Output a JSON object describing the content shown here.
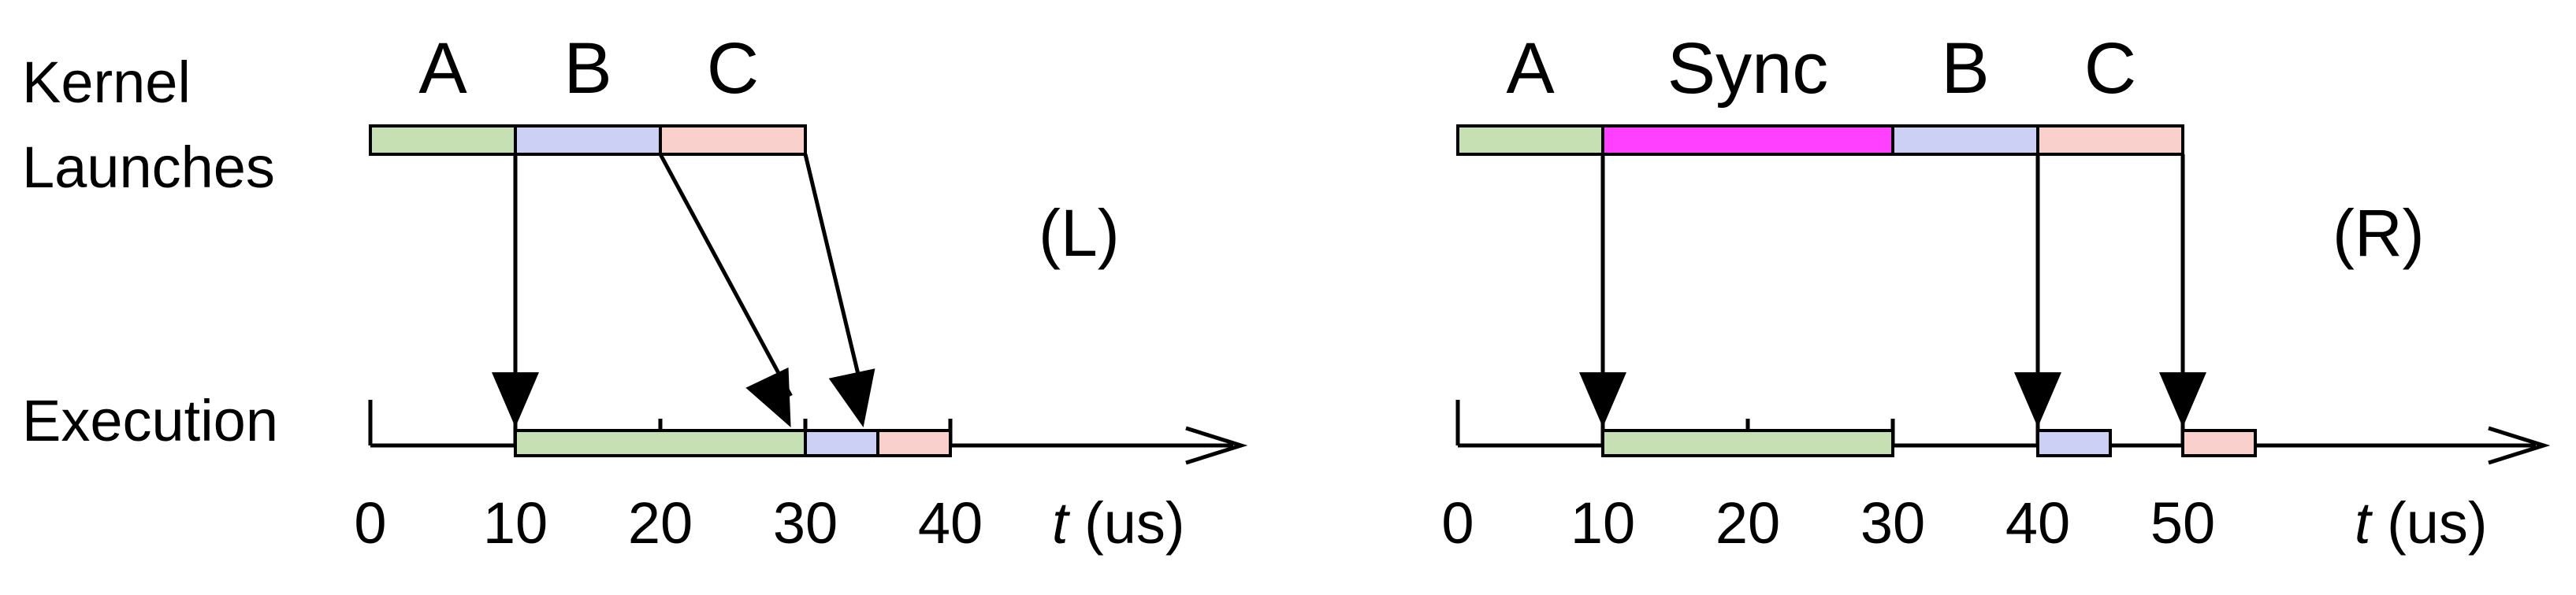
{
  "row_labels": {
    "kernel_line1": "Kernel",
    "kernel_line2": "Launches",
    "execution": "Execution"
  },
  "axis_label_t": "t",
  "axis_label_unit": " (us)",
  "colors": {
    "A": "#c6e0b4",
    "B": "#cdd0f5",
    "C": "#fad0cc",
    "Sync": "#ff40ff"
  },
  "panels": [
    {
      "tag": "(L)",
      "ticks": [
        "0",
        "10",
        "20",
        "30",
        "40"
      ],
      "tick_values": [
        0,
        10,
        20,
        30,
        40
      ],
      "launches": [
        {
          "name": "A",
          "start": 0,
          "end": 10
        },
        {
          "name": "B",
          "start": 10,
          "end": 20
        },
        {
          "name": "C",
          "start": 20,
          "end": 30
        }
      ],
      "executions": [
        {
          "name": "A",
          "start": 10,
          "end": 30
        },
        {
          "name": "B",
          "start": 30,
          "end": 35
        },
        {
          "name": "C",
          "start": 35,
          "end": 40
        }
      ],
      "arrows": [
        {
          "from": 10,
          "to": 10
        },
        {
          "from": 20,
          "to": 29
        },
        {
          "from": 30,
          "to": 34
        }
      ]
    },
    {
      "tag": "(R)",
      "ticks": [
        "0",
        "10",
        "20",
        "30",
        "40",
        "50"
      ],
      "tick_values": [
        0,
        10,
        20,
        30,
        40,
        50
      ],
      "launches": [
        {
          "name": "A",
          "start": 0,
          "end": 10
        },
        {
          "name": "Sync",
          "start": 10,
          "end": 30
        },
        {
          "name": "B",
          "start": 30,
          "end": 40
        },
        {
          "name": "C",
          "start": 40,
          "end": 50
        }
      ],
      "executions": [
        {
          "name": "A",
          "start": 10,
          "end": 30
        },
        {
          "name": "B",
          "start": 40,
          "end": 45
        },
        {
          "name": "C",
          "start": 50,
          "end": 55
        }
      ],
      "arrows": [
        {
          "from": 10,
          "to": 10
        },
        {
          "from": 40,
          "to": 40
        },
        {
          "from": 50,
          "to": 50
        }
      ]
    }
  ]
}
